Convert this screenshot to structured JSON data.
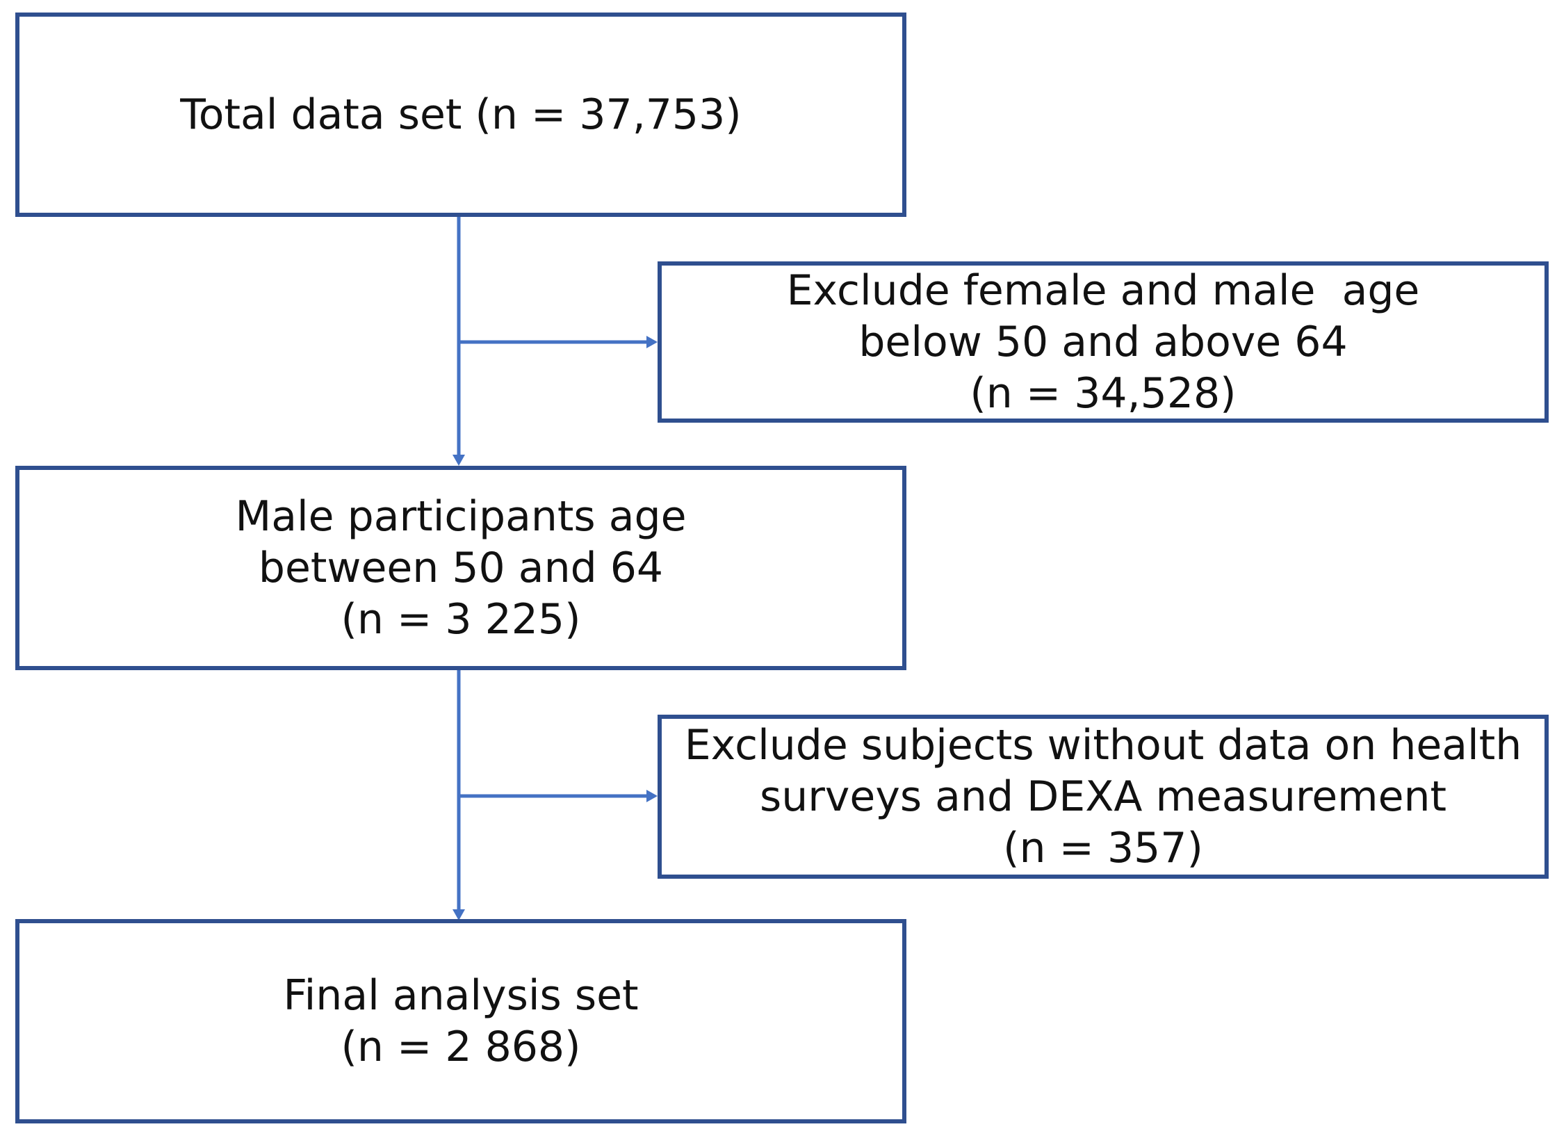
{
  "boxes": {
    "total": {
      "lines": [
        "Total data set (n = 37,753)"
      ]
    },
    "exclude_age": {
      "lines": [
        "Exclude female and male  age",
        "below 50 and above 64",
        "(n = 34,528)"
      ]
    },
    "male_participants": {
      "lines": [
        "Male participants age",
        "between 50 and 64",
        "(n = 3 225)"
      ]
    },
    "exclude_subjects": {
      "lines": [
        "Exclude subjects without data on health",
        "surveys and DEXA measurement",
        "(n = 357)"
      ]
    },
    "final": {
      "lines": [
        "Final analysis set",
        "(n = 2 868)"
      ]
    }
  },
  "colors": {
    "box_border": "#2f4f8f",
    "arrow": "#4472c4",
    "text": "#111111"
  }
}
